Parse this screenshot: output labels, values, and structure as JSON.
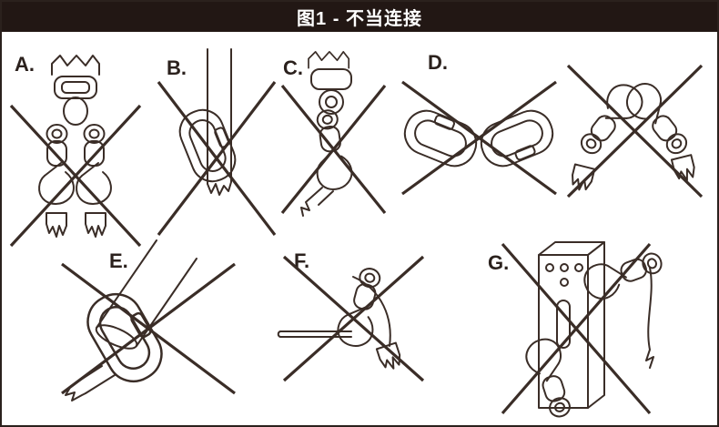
{
  "header": {
    "title": "图1 - 不当连接"
  },
  "figures": [
    {
      "label": "A.",
      "illustration": "two-snap-hooks-side-by-side-on-harness-webbing"
    },
    {
      "label": "B.",
      "illustration": "carabiner-clipped-around-flat-webbing-strap"
    },
    {
      "label": "C.",
      "illustration": "snap-hook-clipped-to-small-swivel-ring"
    },
    {
      "label": "D.",
      "illustration": "connectors-clipped-to-each-other"
    },
    {
      "label": "E.",
      "illustration": "carabiner-clipped-around-oversized-pipe"
    },
    {
      "label": "F.",
      "illustration": "snap-hook-clipped-to-thin-rod"
    },
    {
      "label": "G.",
      "illustration": "snap-hook-clipped-to-beam-bracket"
    }
  ],
  "colors": {
    "header_bg": "#221714",
    "line_ink": "#3a2d27",
    "page_bg": "#ffffff"
  }
}
